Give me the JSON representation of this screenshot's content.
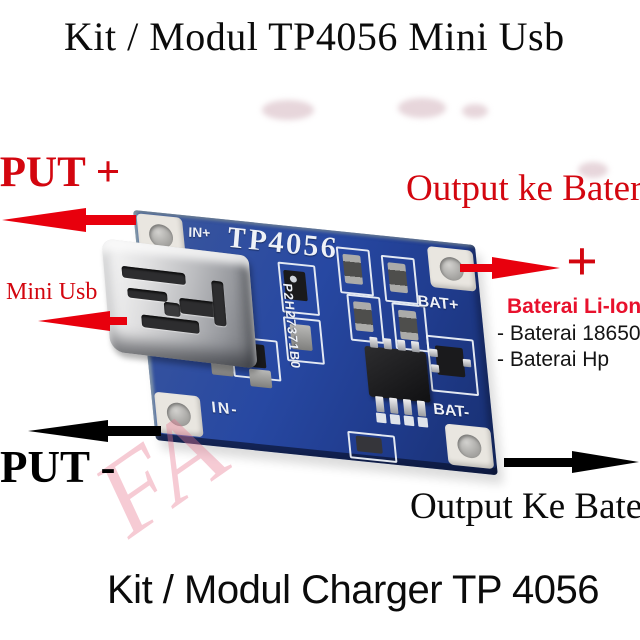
{
  "colors": {
    "arrow_red": "#e8000d",
    "text_red": "#d3060f",
    "liion_red": "#e8112d",
    "black": "#000000",
    "board_blue": "#2748a2",
    "silk_white": "#eef1f7",
    "watermark_pink": "#e87891"
  },
  "titles": {
    "top": "Kit / Modul TP4056 Mini Usb",
    "bottom": "Kit / Modul Charger TP 4056"
  },
  "annotations": {
    "input_plus": "INPUT +",
    "mini_usb": "Mini Usb",
    "input_minus": "INPUT -",
    "output_top": "Output ke Baterai",
    "plus_sign": "+",
    "battery_heading": "Baterai Li-Ion",
    "battery_items": [
      "- Baterai 18650",
      "- Baterai Hp"
    ],
    "output_bottom": "Output Ke Baterai"
  },
  "board": {
    "labels": {
      "in_plus": "IN+",
      "chip_name": "TP4056",
      "bat_plus": "BAT+",
      "bat_minus": "BAT-",
      "in_minus": "IN-",
      "batch_code": "P2H27371B0"
    }
  },
  "watermark": {
    "text": "FA"
  }
}
